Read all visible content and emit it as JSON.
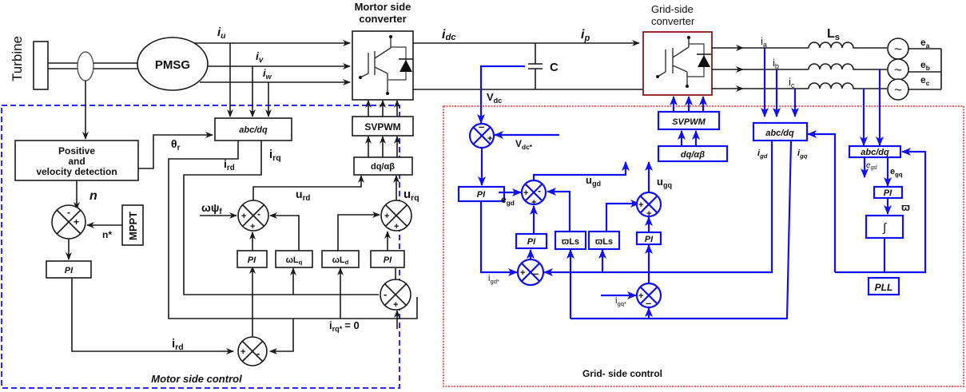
{
  "colors": {
    "motor_control": "#1a1a1a",
    "grid_control": "#1010f0",
    "motor_region_border": "#2a2aff",
    "grid_region_border": "#e83030",
    "grid_converter_border": "#8b1a1a"
  },
  "power_stage": {
    "turbine_label": "Turbine",
    "generator_label": "PMSG",
    "phase_currents": [
      "i",
      "u",
      "i",
      "v",
      "i",
      "w"
    ],
    "msc_title_line1": "Mortor side",
    "msc_title_line2": "converter",
    "gsc_title_line1": "Grid-side",
    "gsc_title_line2": "converter",
    "idc_label": "i",
    "idc_sub": "dc",
    "ip_label": "i",
    "ip_sub": "p",
    "capacitor_label": "C",
    "vdc_label": "V",
    "vdc_sub": "dc",
    "grid_currents": [
      {
        "main": "i",
        "sub": "a"
      },
      {
        "main": "i",
        "sub": "b"
      },
      {
        "main": "i",
        "sub": "c"
      }
    ],
    "inductor_label": "L",
    "inductor_sub": "s",
    "grid_voltages": [
      {
        "main": "e",
        "sub": "a"
      },
      {
        "main": "e",
        "sub": "b"
      },
      {
        "main": "e",
        "sub": "c"
      }
    ],
    "source_glyph": "~"
  },
  "motor_side": {
    "region_label": "Motor side control",
    "detector_line1": "Positive",
    "detector_line2": "and",
    "detector_line3": "velocity detection",
    "theta_label": "θ",
    "theta_sub": "r",
    "speed_label": "n",
    "mppt_label": "MPPT",
    "nref_label": "n*",
    "pi_label": "PI",
    "abc_dq_label": "abc/dq",
    "svpwm_label": "SVPWM",
    "dq_ab_label": "dq/αβ",
    "ird_label": "i",
    "ird_sub": "rd",
    "irq_label": "i",
    "irq_sub": "rq",
    "urd_label": "u",
    "urd_sub": "rd",
    "urq_label": "u",
    "urq_sub": "rq",
    "flux_label": "ωψ",
    "flux_sub": "f",
    "wlq_label": "ωL",
    "wlq_sub": "q",
    "wld_label": "ωL",
    "wld_sub": "d",
    "irq_ref_label": "i",
    "irq_ref_sub": "rq*",
    "irq_ref_value": "= 0",
    "ird_bottom_label": "i",
    "ird_bottom_sub": "rd",
    "plus": "+",
    "minus": "-"
  },
  "grid_side": {
    "region_label": "Grid- side control",
    "vdc_ref_label": "V",
    "vdc_ref_sub": "dc*",
    "pi_label": "PI",
    "egd_label": "e",
    "egd_sub": "gd",
    "ugd_label": "u",
    "ugd_sub": "gd",
    "ugq_label": "u",
    "ugq_sub": "gq",
    "svpwm_label": "SVPWM",
    "dq_ab_label": "dq/αβ",
    "abc_dq_label": "abc/dq",
    "igd_label": "i",
    "igd_sub": "gd",
    "igq_label": "i",
    "igq_sub": "gq",
    "wls_label": "ϖLs",
    "igd_ref_label": "i",
    "igd_ref_sub": "gd*",
    "igq_ref_label": "i",
    "igq_ref_sub": "gq*",
    "pll_abc_dq_label": "abc/dq",
    "pll_egd_label": "e",
    "pll_egd_sub": "gd",
    "pll_egq_label": "e",
    "pll_egq_sub": "gq",
    "omega_label": "ϖ",
    "integrator_label": "∫",
    "pll_label": "PLL",
    "plus": "+",
    "minus": "–"
  }
}
